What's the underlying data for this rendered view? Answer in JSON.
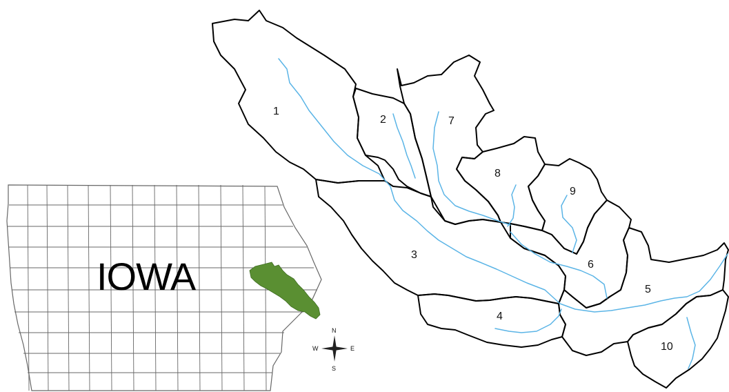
{
  "state_inset": {
    "title": "IOWA",
    "highlight_color": "#5a8f32",
    "county_line_color": "#666666"
  },
  "compass": {
    "north": "N",
    "south": "S",
    "east": "E",
    "west": "W"
  },
  "subbasins": [
    {
      "label": "1"
    },
    {
      "label": "2"
    },
    {
      "label": "3"
    },
    {
      "label": "4"
    },
    {
      "label": "5"
    },
    {
      "label": "6"
    },
    {
      "label": "7"
    },
    {
      "label": "8"
    },
    {
      "label": "9"
    },
    {
      "label": "10"
    }
  ],
  "colors": {
    "boundary": "#000000",
    "stream": "#5ab4e6",
    "background": "#ffffff"
  }
}
